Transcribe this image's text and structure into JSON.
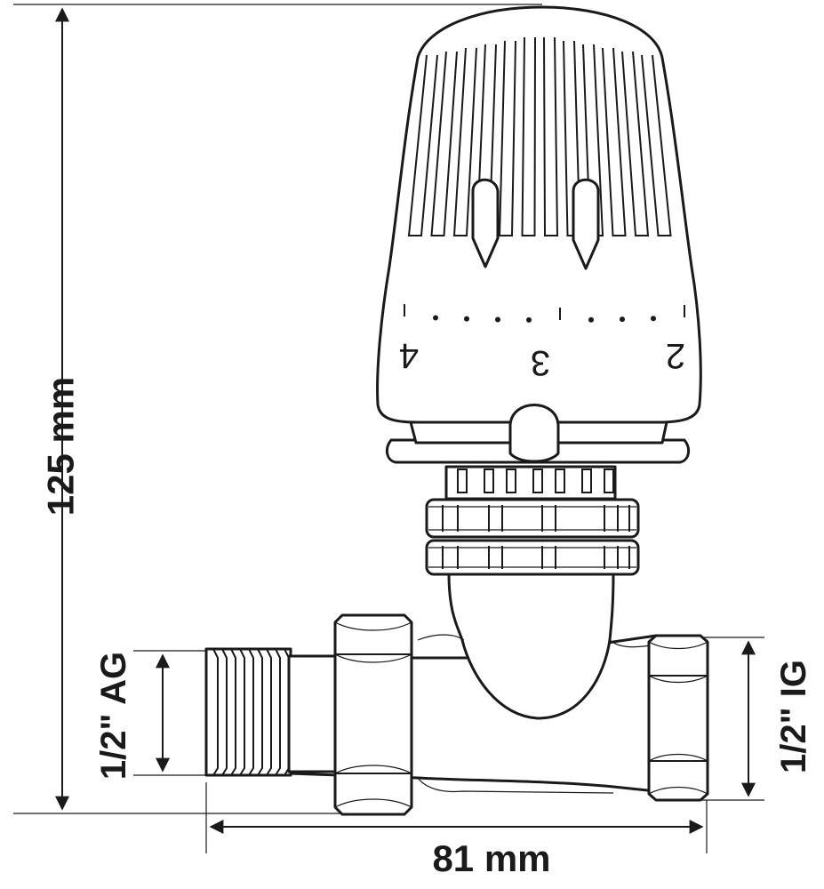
{
  "dimensions": {
    "height": "125 mm",
    "width": "81 mm",
    "inlet_thread": "1/2\" AG",
    "outlet_thread": "1/2\" IG"
  },
  "scale_numbers": [
    "4",
    "3",
    "2"
  ],
  "colors": {
    "line": "#1a1a1a",
    "fill": "#ffffff"
  }
}
